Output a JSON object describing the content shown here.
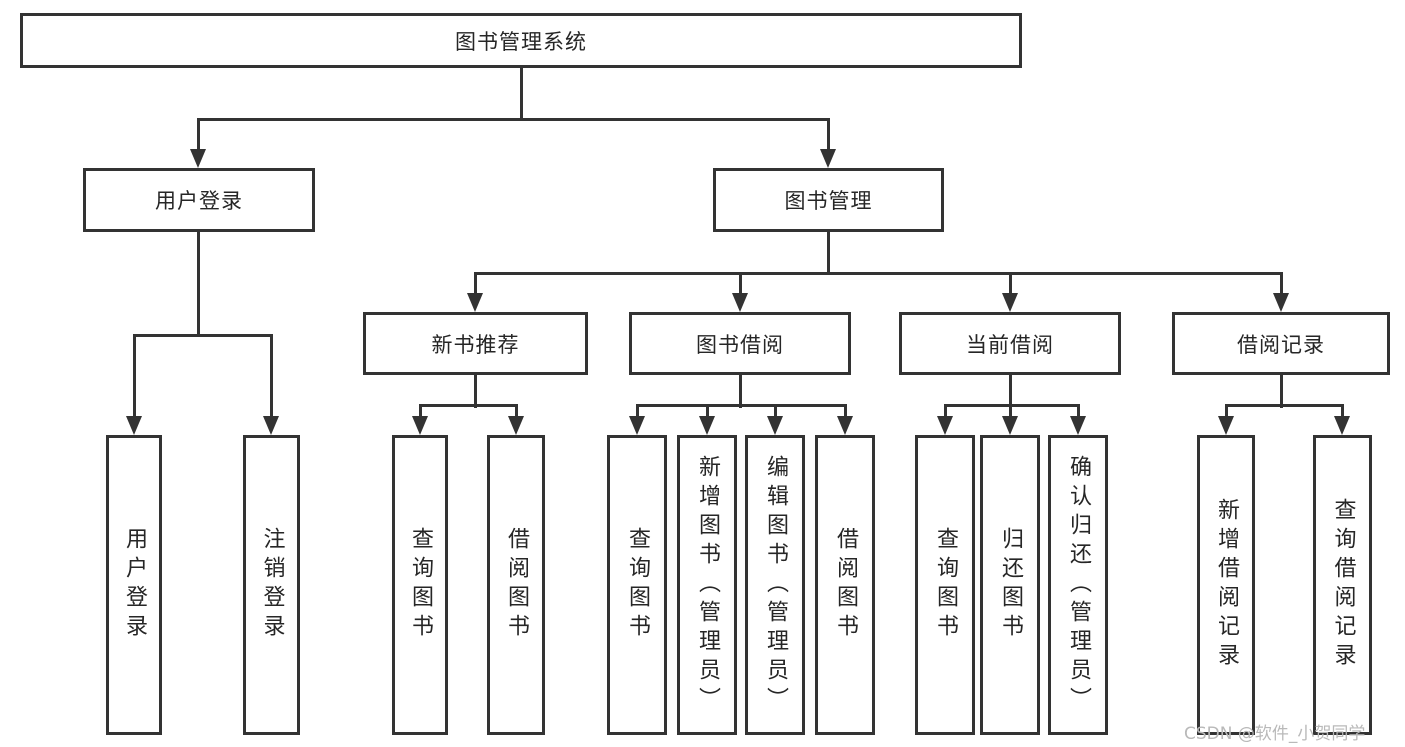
{
  "nodes": {
    "root": "图书管理系统",
    "level2": {
      "user_login": "用户登录",
      "book_mgmt": "图书管理"
    },
    "level3": {
      "new_book": "新书推荐",
      "book_borrow": "图书借阅",
      "current_borrow": "当前借阅",
      "borrow_record": "借阅记录"
    },
    "leaves": {
      "user_login": "用户登录",
      "logout": "注销登录",
      "rec_query": "查询图书",
      "rec_borrow": "借阅图书",
      "bb_query": "查询图书",
      "bb_add": "新增图书（管理员）",
      "bb_edit": "编辑图书（管理员）",
      "bb_borrow": "借阅图书",
      "cb_query": "查询图书",
      "cb_return": "归还图书",
      "cb_confirm": "确认归还（管理员）",
      "br_add": "新增借阅记录",
      "br_query": "查询借阅记录"
    }
  },
  "watermark": "CSDN @软件_小贺同学",
  "colors": {
    "line": "#333333",
    "border": "#333333",
    "text": "#262626",
    "background": "#ffffff",
    "watermark": "#b9b9b9"
  }
}
